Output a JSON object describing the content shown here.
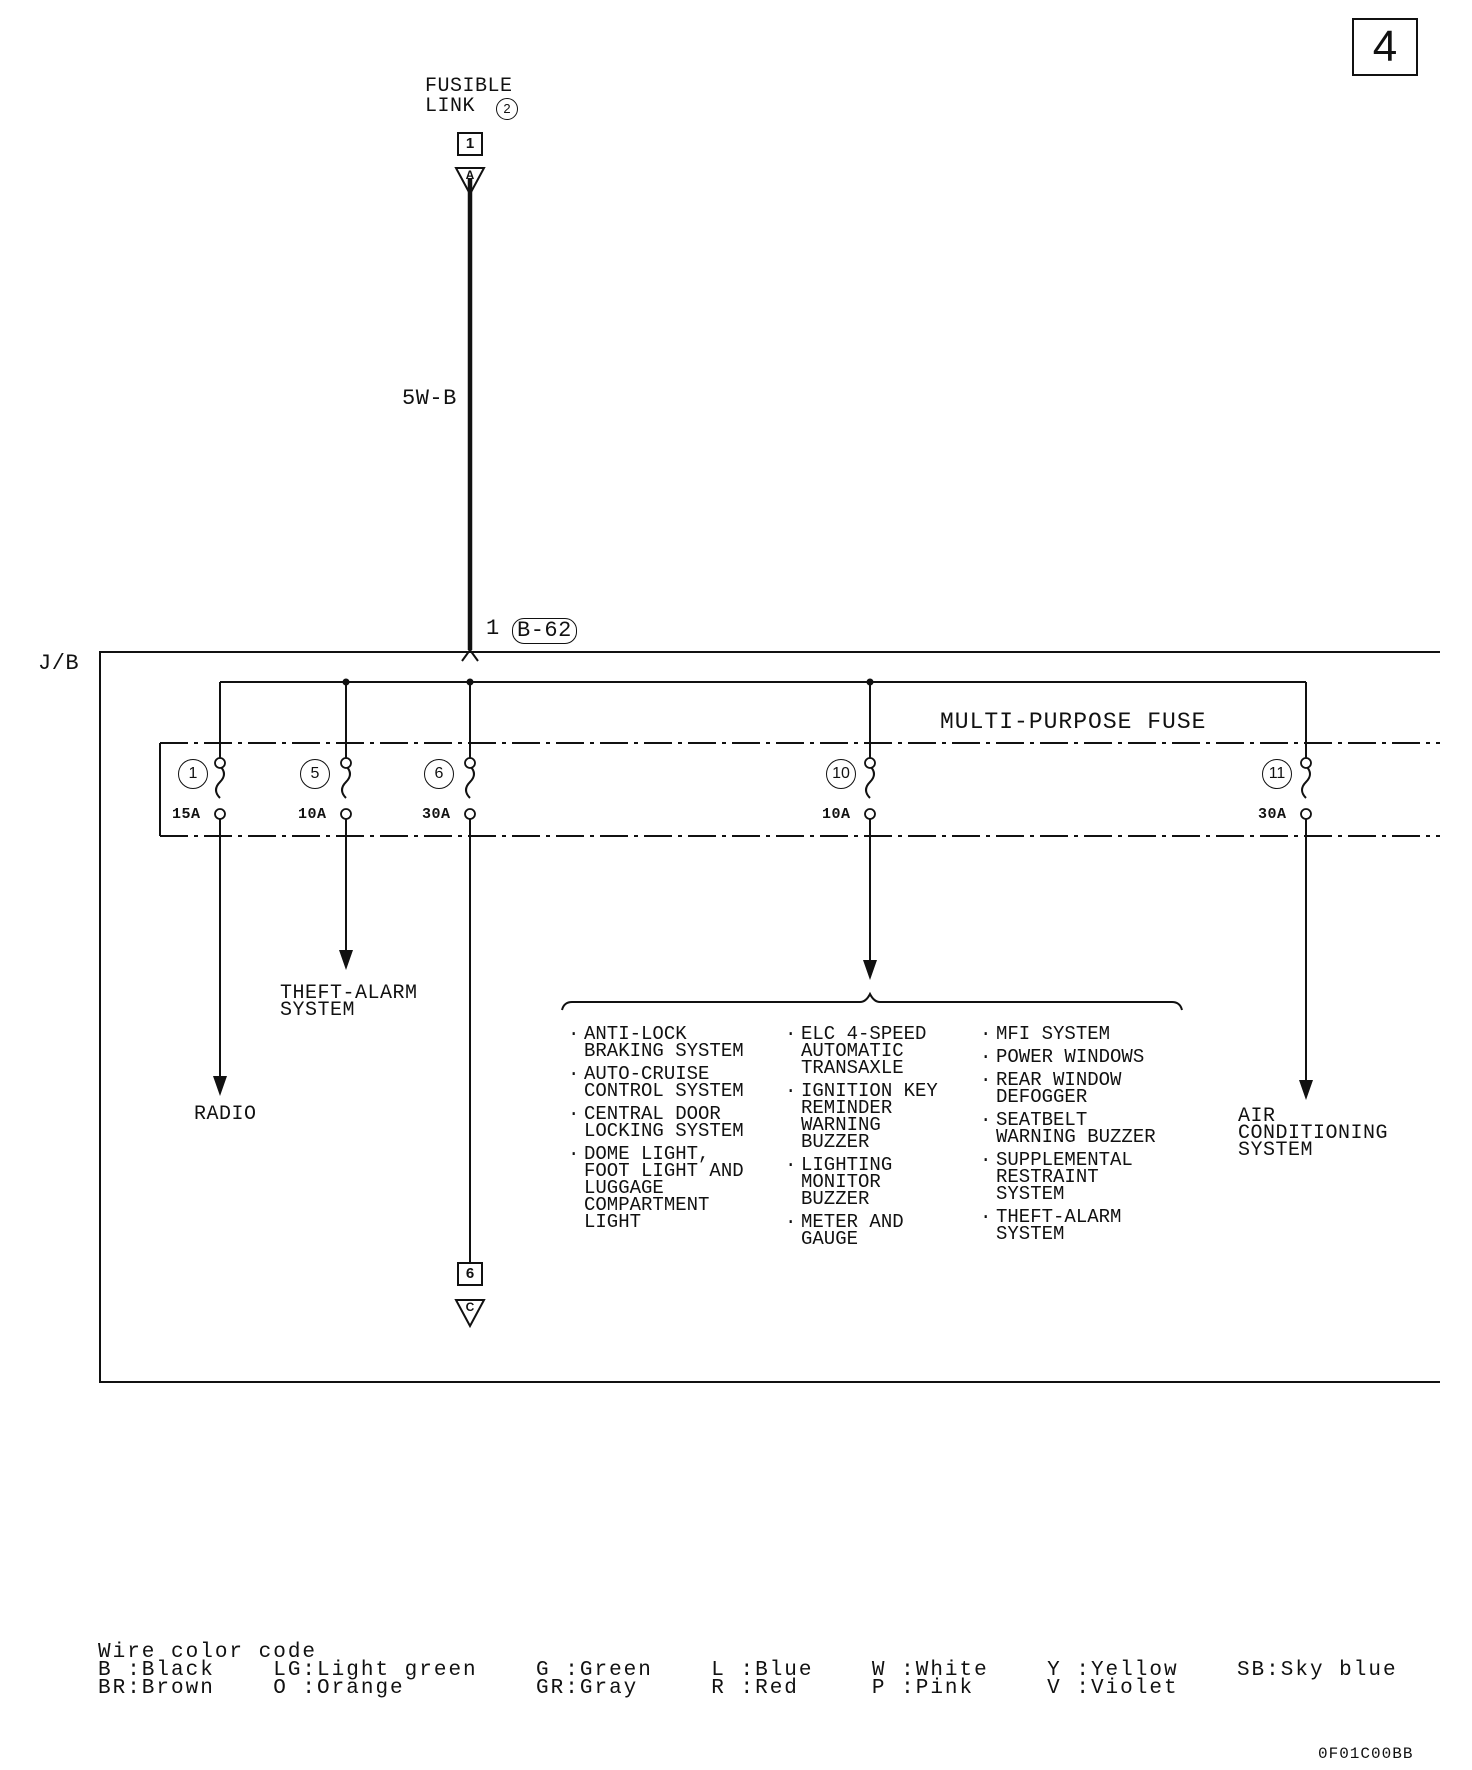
{
  "page_number": "4",
  "fusible_link": {
    "line1": "FUSIBLE",
    "line2": "LINK",
    "circle": "2",
    "terminal": "1",
    "connector": "A"
  },
  "wire_label": "5W-B",
  "junction": {
    "pin": "1",
    "connector": "B-62"
  },
  "jb_label": "J/B",
  "fuse_block_label": "MULTI-PURPOSE FUSE",
  "fuses": [
    {
      "number": "1",
      "rating": "15A"
    },
    {
      "number": "5",
      "rating": "10A"
    },
    {
      "number": "6",
      "rating": "30A"
    },
    {
      "number": "10",
      "rating": "10A"
    },
    {
      "number": "11",
      "rating": "30A"
    }
  ],
  "loads": {
    "radio": "RADIO",
    "theft_alarm": "THEFT-ALARM\nSYSTEM",
    "air_conditioning": "AIR\nCONDITIONING\nSYSTEM"
  },
  "output": {
    "terminal": "6",
    "connector": "C"
  },
  "systems_col1": [
    "ANTI-LOCK\nBRAKING SYSTEM",
    "AUTO-CRUISE\nCONTROL SYSTEM",
    "CENTRAL DOOR\nLOCKING SYSTEM",
    "DOME LIGHT,\nFOOT LIGHT AND\nLUGGAGE\nCOMPARTMENT\nLIGHT"
  ],
  "systems_col2": [
    "ELC 4-SPEED\nAUTOMATIC\nTRANSAXLE",
    "IGNITION KEY\nREMINDER\nWARNING\nBUZZER",
    "LIGHTING\nMONITOR\nBUZZER",
    "METER AND\nGAUGE"
  ],
  "systems_col3": [
    "MFI SYSTEM",
    "POWER WINDOWS",
    "REAR WINDOW\nDEFOGGER",
    "SEATBELT\nWARNING BUZZER",
    "SUPPLEMENTAL\nRESTRAINT\nSYSTEM",
    "THEFT-ALARM\nSYSTEM"
  ],
  "legend": {
    "title": "Wire color code",
    "row1": "B :Black    LG:Light green    G :Green    L :Blue    W :White    Y :Yellow    SB:Sky blue",
    "row2": "BR:Brown    O :Orange         GR:Gray     R :Red     P :Pink     V :Violet"
  },
  "figure_code": "0F01C00BB"
}
